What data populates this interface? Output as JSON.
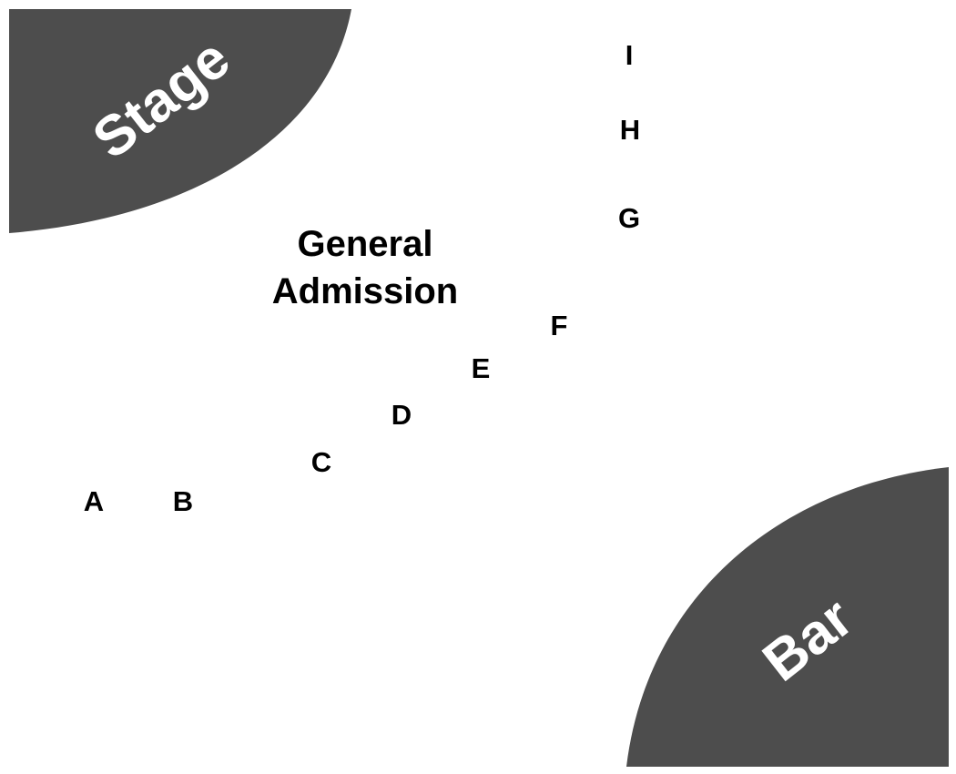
{
  "zones": {
    "stage": {
      "label": "Stage",
      "color": "#4d4d4d"
    },
    "bar": {
      "label": "Bar",
      "color": "#4d4d4d"
    }
  },
  "general_admission": {
    "line1": "General",
    "line2": "Admission"
  },
  "sections": {
    "a": "A",
    "b": "B",
    "c": "C",
    "d": "D",
    "e": "E",
    "f": "F",
    "g": "G",
    "h": "H",
    "i": "I"
  }
}
